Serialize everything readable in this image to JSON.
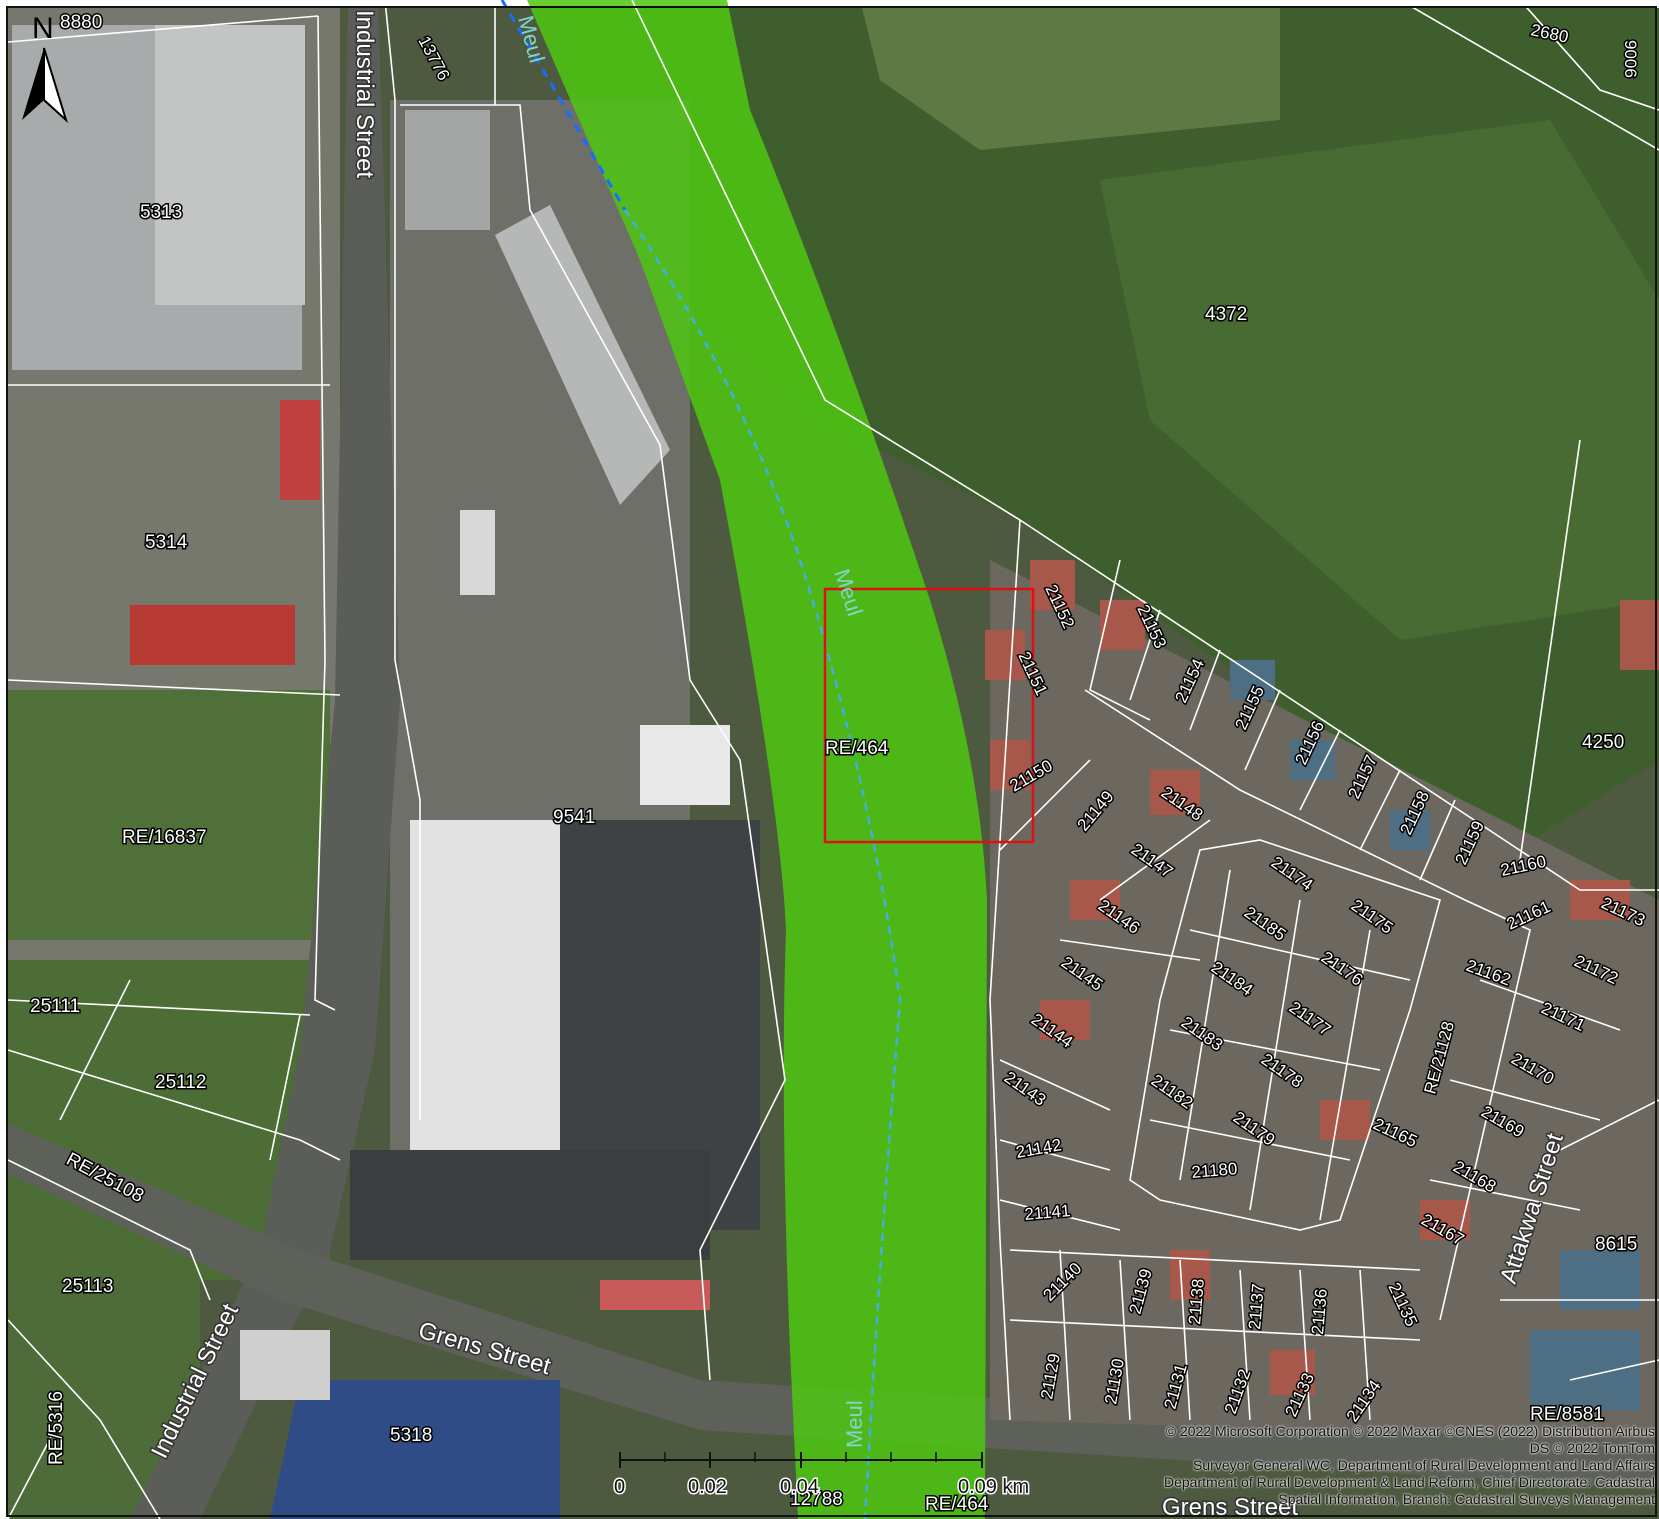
{
  "map": {
    "north_label": "N",
    "colors": {
      "corridor": "#4ec812",
      "boundary": "#ffffff",
      "site_box": "#e01010",
      "river_line": "#3fb0e0",
      "background": "#4a5a3a"
    },
    "parcels": [
      "8880",
      "13776",
      "2680",
      "9006",
      "5313",
      "4372",
      "5314",
      "RE/464",
      "4250",
      "RE/16837",
      "9541",
      "25111",
      "25112",
      "RE/25108",
      "25113",
      "RE/5316",
      "5318",
      "12788",
      "RE/464",
      "RE/8581",
      "8615",
      "RE/21128",
      "21152",
      "21153",
      "21154",
      "21151",
      "21155",
      "21156",
      "21157",
      "21158",
      "21159",
      "21160",
      "21161",
      "21173",
      "21150",
      "21149",
      "21148",
      "21147",
      "21174",
      "21175",
      "21146",
      "21185",
      "21176",
      "21162",
      "21172",
      "21145",
      "21184",
      "21177",
      "21171",
      "21144",
      "21183",
      "21178",
      "21170",
      "21143",
      "21182",
      "21179",
      "21169",
      "21165",
      "21142",
      "21180",
      "21168",
      "21141",
      "21167",
      "21140",
      "21139",
      "21138",
      "21137",
      "21136",
      "21135",
      "21129",
      "21130",
      "21131",
      "21132",
      "21133",
      "21134"
    ],
    "streets": [
      "Industrial Street",
      "Industrial Street",
      "Grens Street",
      "Attakwa Street",
      "Grens Street"
    ],
    "river_labels": [
      "Meul",
      "Meul",
      "Meul"
    ],
    "scale_bar": {
      "ticks": [
        "0",
        "0.02",
        "0.04",
        "0.09 km"
      ]
    },
    "attribution": [
      "© 2022 Microsoft Corporation © 2022 Maxar ©CNES (2022) Distribution Airbus",
      "DS © 2022 TomTom",
      "Surveyor General WC, Department of Rural Development and Land Affairs",
      "Department of Rural Development & Land Reform, Chief Directorate: Cadastral",
      "Spatial Information, Branch: Cadastral Surveys Management"
    ]
  }
}
